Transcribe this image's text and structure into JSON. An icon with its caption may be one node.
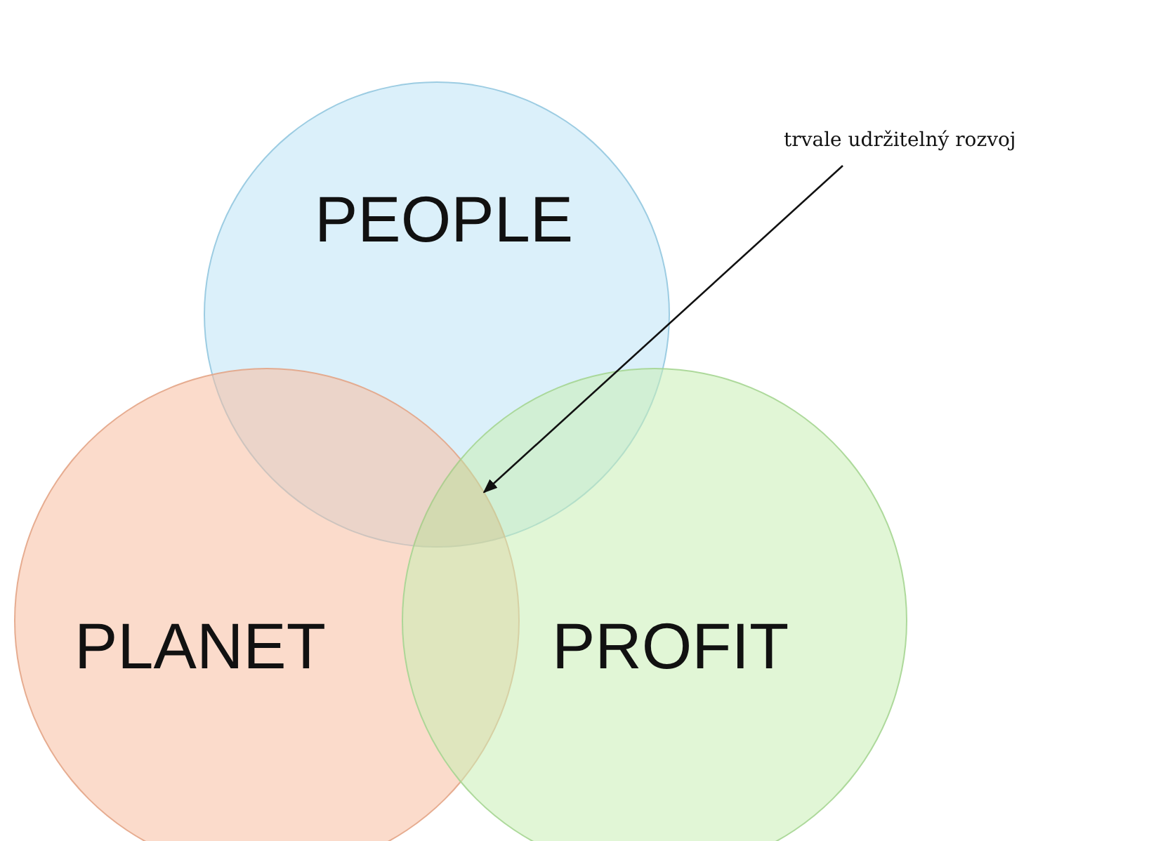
{
  "diagram": {
    "nodes": [
      {
        "text": [
          "PEOPLE"
        ]
      },
      {
        "text": [
          "PLANET"
        ]
      },
      {
        "text": [
          "PROFIT"
        ]
      },
      {
        "text": [
          "trvale udržitelný rozvoj"
        ]
      },
      {
        "text": [],
        "shape": "region"
      }
    ],
    "edges": [
      {
        "from": 3,
        "to": 4,
        "arrow": "to"
      }
    ]
  }
}
